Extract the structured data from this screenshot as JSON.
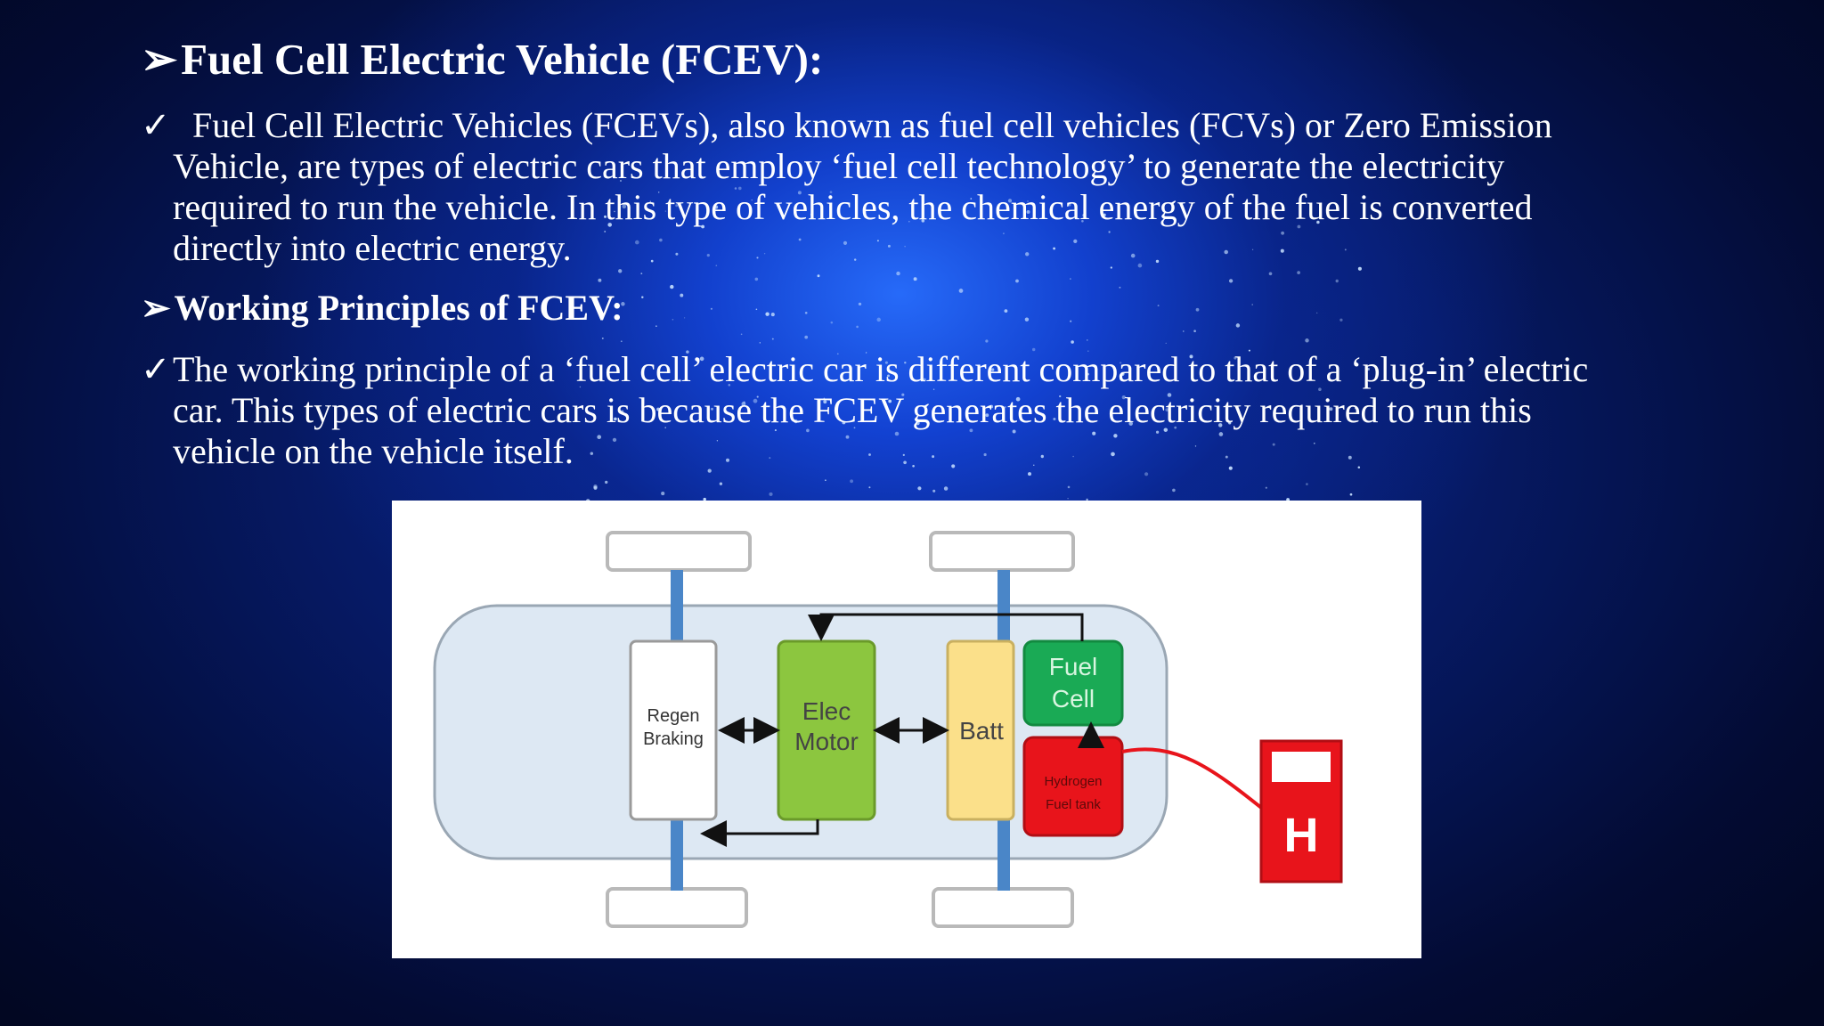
{
  "slide": {
    "title": "Fuel Cell Electric Vehicle (FCEV):",
    "bullet1": {
      "lines": [
        "Fuel Cell Electric Vehicles (FCEVs), also known as fuel cell vehicles (FCVs) or Zero Emission",
        "Vehicle, are  types of electric cars that employ ‘fuel cell technology’ to generate the electricity",
        "required to run the vehicle. In this type of vehicles, the chemical energy of the fuel is converted",
        "directly into electric energy."
      ]
    },
    "subtitle": "Working Principles of FCEV:",
    "bullet2": {
      "lines": [
        "The working principle of a ‘fuel cell’ electric car is different compared to that of a ‘plug-in’ electric",
        "car. This types of electric cars is because the FCEV generates the electricity required to run this",
        "vehicle on the vehicle itself."
      ]
    }
  },
  "diagram": {
    "blocks": {
      "regen": [
        "Regen",
        "Braking"
      ],
      "motor": [
        "Elec",
        "Motor"
      ],
      "battery": "Batt",
      "fuel_cell": [
        "Fuel",
        "Cell"
      ],
      "tank": [
        "Hydrogen",
        "Fuel tank"
      ],
      "station": "H"
    },
    "colors": {
      "regen": "#ffffff",
      "motor": "#8cc63f",
      "battery": "#fbe08a",
      "fuel_cell": "#1aaa55",
      "tank": "#e8141b",
      "station": "#e8141b",
      "body": "#dde8f3",
      "axle": "#4a86c8"
    }
  },
  "icons": {
    "title_bullet": "arrow-bullet-icon",
    "item_bullet": "checkmark-icon"
  }
}
